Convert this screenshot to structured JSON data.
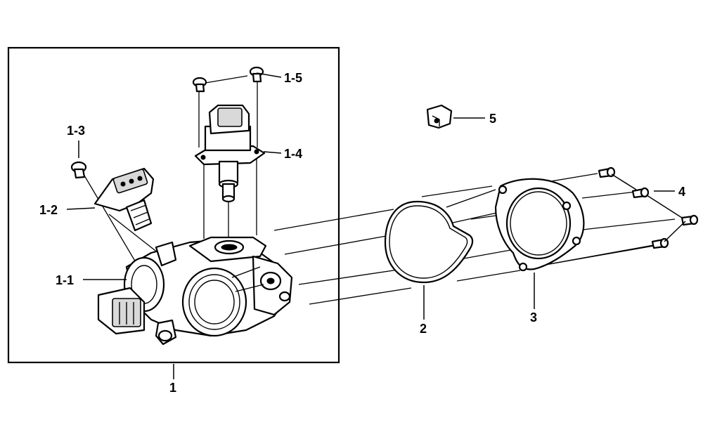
{
  "diagram": {
    "assembly_callout": "1",
    "callouts": {
      "throttle_body": "1-1",
      "tps_sensor": "1-2",
      "sensor_screw": "1-3",
      "idle_valve": "1-4",
      "valve_screws": "1-5",
      "o_ring": "2",
      "gasket": "3",
      "bolts": "4",
      "nut_clip": "5"
    }
  }
}
